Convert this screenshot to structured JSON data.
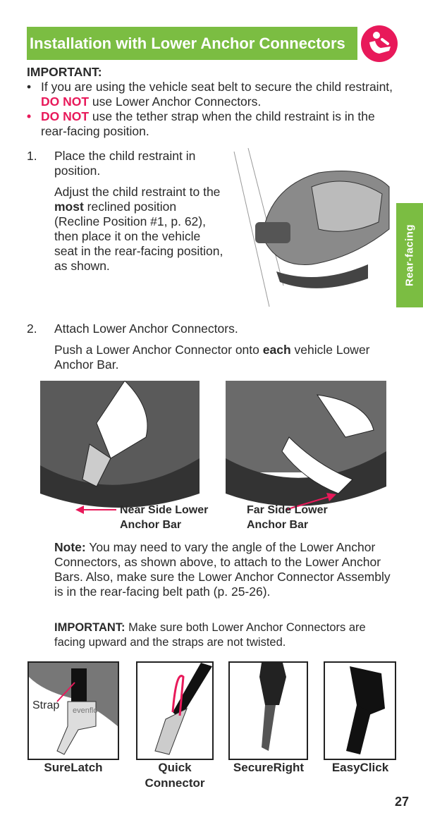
{
  "header": {
    "title": "Installation with Lower Anchor Connectors",
    "icon": "child-seat-icon",
    "color": "#7bbd42",
    "badge_color": "#e8195a"
  },
  "important_top": {
    "heading": "IMPORTANT:",
    "bullets": [
      {
        "pre": "If you are using the vehicle seat belt to secure the child restraint, ",
        "emph": "DO NOT",
        "post": " use Lower Anchor Connectors."
      },
      {
        "pre": "",
        "emph": "DO NOT",
        "post": " use the tether strap when the child restraint is in the rear-facing position."
      }
    ]
  },
  "side_tab": "Rear-facing",
  "step1": {
    "num": "1.",
    "title": "Place the child restraint in position.",
    "p_pre": "Adjust the child restraint to the ",
    "p_bold": "most",
    "p_post": " reclined position (Recline Position #1, p. 62), then place it on the vehicle seat in the rear-facing position, as shown."
  },
  "step2": {
    "num": "2.",
    "title": "Attach Lower Anchor Connectors.",
    "p_pre": "Push a Lower Anchor Connector onto ",
    "p_bold": "each",
    "p_post": " vehicle Lower Anchor Bar.",
    "near_label": "Near Side Lower Anchor Bar",
    "far_label": "Far Side Lower Anchor Bar"
  },
  "note": {
    "label": "Note:",
    "text": " You may need to vary the angle of the Lower Anchor Connectors, as shown above, to attach to the Lower Anchor Bars. Also, make sure the Lower Anchor Connector Assembly is in the rear-facing belt path (p. 25-26)."
  },
  "important_bottom": {
    "label": "IMPORTANT:",
    "text": " Make sure both Lower Anchor Connectors are facing upward and the straps are not twisted."
  },
  "connectors": [
    {
      "name": "SureLatch",
      "callout": "Strap",
      "brand": "evenflo"
    },
    {
      "name": "Quick Connector"
    },
    {
      "name": "SecureRight"
    },
    {
      "name": "EasyClick"
    }
  ],
  "page_number": "27"
}
